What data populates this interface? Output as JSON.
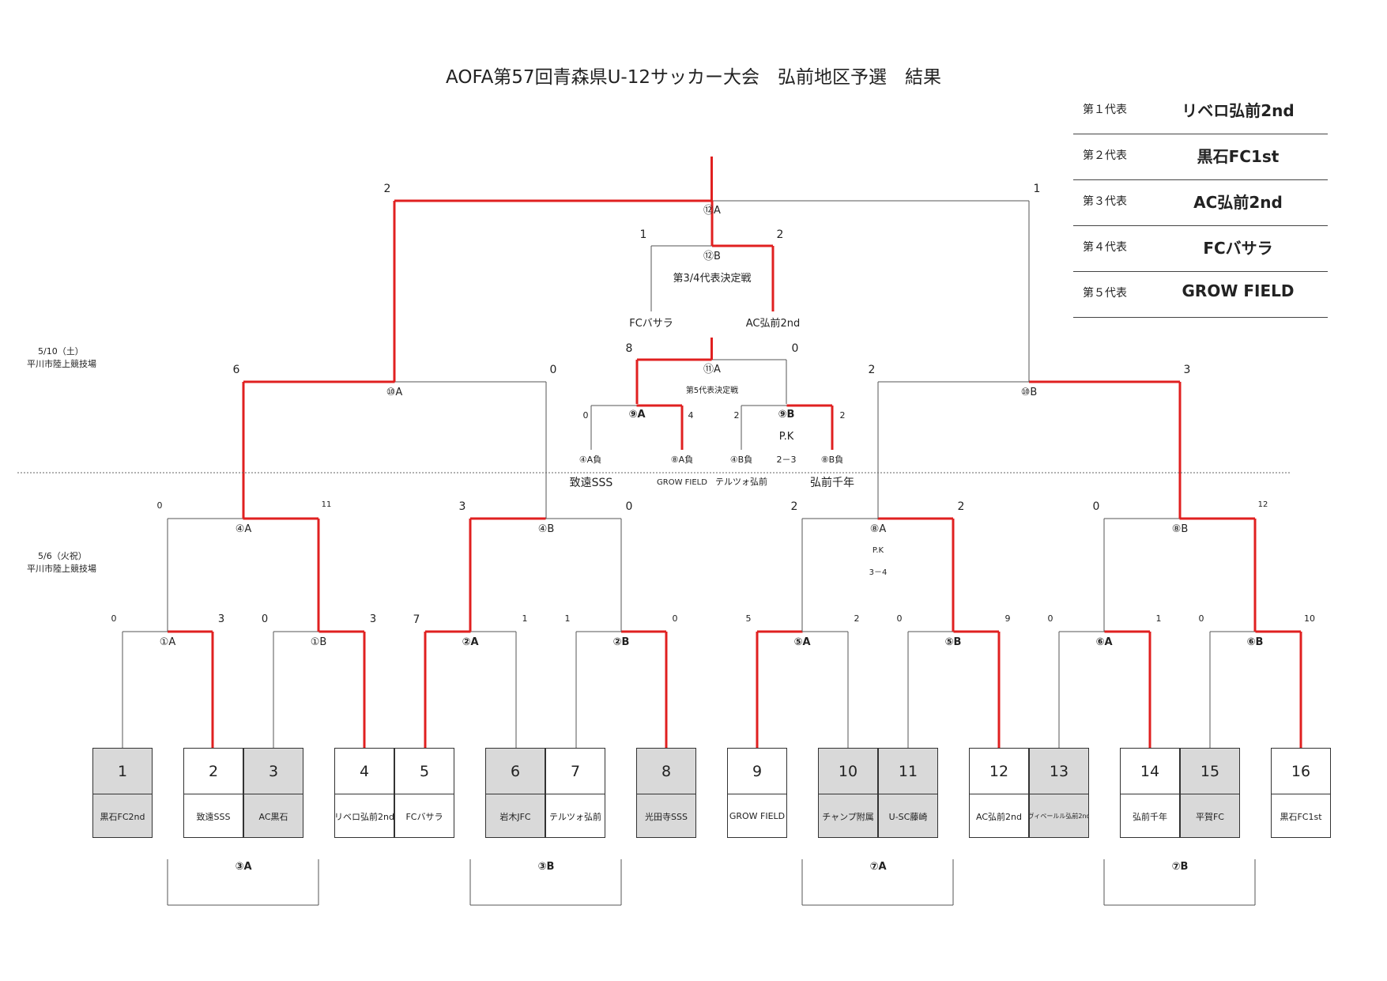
{
  "title": "AOFA第57回青森県U-12サッカー大会　弘前地区予選　結果",
  "representatives": [
    {
      "rank": "第１代表",
      "team": "リベロ弘前2nd"
    },
    {
      "rank": "第２代表",
      "team": "黒石FC1st"
    },
    {
      "rank": "第３代表",
      "team": "AC弘前2nd"
    },
    {
      "rank": "第４代表",
      "team": "FCバサラ"
    },
    {
      "rank": "第５代表",
      "team": "GROW FIELD"
    }
  ],
  "schedule": {
    "day2_date": "5/10（土）",
    "day2_venue": "平川市陸上競技場",
    "day1_date": "5/6（火祝）",
    "day1_venue": "平川市陸上競技場"
  },
  "teams": [
    {
      "num": "1",
      "name": "黒石FC2nd"
    },
    {
      "num": "2",
      "name": "致遠SSS"
    },
    {
      "num": "3",
      "name": "AC黒石"
    },
    {
      "num": "4",
      "name": "リベロ弘前2nd"
    },
    {
      "num": "5",
      "name": "FCバサラ"
    },
    {
      "num": "6",
      "name": "岩木JFC"
    },
    {
      "num": "7",
      "name": "テルツォ弘前"
    },
    {
      "num": "8",
      "name": "光田寺SSS"
    },
    {
      "num": "9",
      "name": "GROW FIELD"
    },
    {
      "num": "10",
      "name": "チャンプ附属"
    },
    {
      "num": "11",
      "name": "U-SC藤崎"
    },
    {
      "num": "12",
      "name": "AC弘前2nd"
    },
    {
      "num": "13",
      "name": "ヴィベールル弘前2nd"
    },
    {
      "num": "14",
      "name": "弘前千年"
    },
    {
      "num": "15",
      "name": "平賀FC"
    },
    {
      "num": "16",
      "name": "黒石FC1st"
    }
  ],
  "matches": {
    "m1A": {
      "label": "①A",
      "left": "0",
      "right": "3"
    },
    "m1B": {
      "label": "①B",
      "left": "0",
      "right": "3"
    },
    "m2A": {
      "label": "②A",
      "left": "7",
      "right": "1"
    },
    "m2B": {
      "label": "②B",
      "left": "1",
      "right": "0"
    },
    "m5A": {
      "label": "⑤A",
      "left": "5",
      "right": "2"
    },
    "m5B": {
      "label": "⑤B",
      "left": "0",
      "right": "9"
    },
    "m6A": {
      "label": "⑥A",
      "left": "0",
      "right": "1"
    },
    "m6B": {
      "label": "⑥B",
      "left": "0",
      "right": "10"
    },
    "m4A": {
      "label": "④A",
      "left": "0",
      "right": "11"
    },
    "m4B": {
      "label": "④B",
      "left": "3",
      "right": "0"
    },
    "m8A": {
      "label": "⑧A",
      "left": "2",
      "right": "2",
      "pk_label": "P.K",
      "pk_score": "3－4"
    },
    "m8B": {
      "label": "⑧B",
      "left": "0",
      "right": "12"
    },
    "m10A": {
      "label": "⑩A",
      "left": "6",
      "right": "0"
    },
    "m10B": {
      "label": "⑩B",
      "left": "2",
      "right": "3"
    },
    "m12A": {
      "label": "⑫A",
      "left": "2",
      "right": "1"
    },
    "m12B": {
      "label": "⑫B",
      "left": "1",
      "right": "2",
      "subtitle": "第3/4代表決定戦",
      "left_team": "FCバサラ",
      "right_team": "AC弘前2nd"
    },
    "m11A": {
      "label": "⑪A",
      "left": "8",
      "right": "0",
      "subtitle": "第5代表決定戦"
    },
    "m9A": {
      "label": "⑨A",
      "left": "0",
      "right": "4",
      "left_seed": "④A負",
      "right_seed": "⑧A負",
      "left_team": "致遠SSS",
      "right_team": "GROW FIELD"
    },
    "m9B": {
      "label": "⑨B",
      "left": "2",
      "right": "2",
      "pk_label": "P.K",
      "pk_score": "2－3",
      "left_seed": "④B負",
      "right_seed": "⑧B負",
      "left_team": "テルツォ弘前",
      "right_team": "弘前千年"
    }
  },
  "groups": [
    {
      "label": "③A"
    },
    {
      "label": "③B"
    },
    {
      "label": "⑦A"
    },
    {
      "label": "⑦B"
    }
  ],
  "colors": {
    "win_line": "#e02020",
    "line": "#555555",
    "gray_box": "#d9d9d9"
  }
}
